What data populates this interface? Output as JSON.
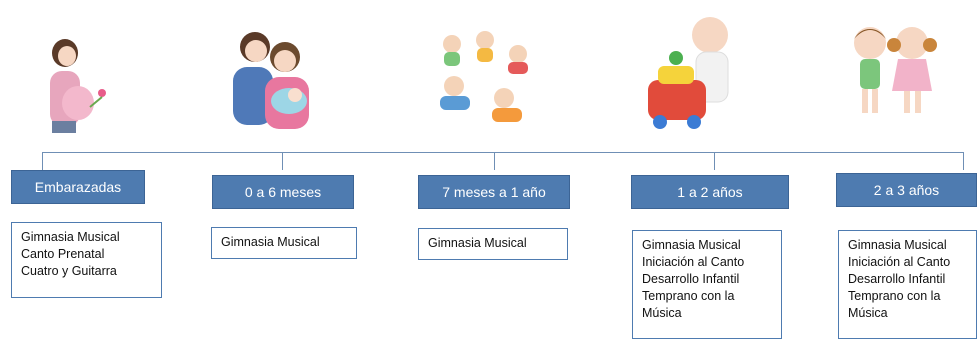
{
  "stages": [
    {
      "label": "Embarazadas",
      "items": [
        "Gimnasia Musical",
        "Canto Prenatal",
        "Cuatro y Guitarra"
      ],
      "illustration": "pregnant-woman-illustration"
    },
    {
      "label": "0 a 6 meses",
      "items": [
        "Gimnasia Musical"
      ],
      "illustration": "parents-with-baby-illustration"
    },
    {
      "label": "7 meses a 1 año",
      "items": [
        "Gimnasia Musical"
      ],
      "illustration": "crawling-babies-illustration"
    },
    {
      "label": "1 a 2 años",
      "items": [
        "Gimnasia Musical",
        "Iniciación al Canto",
        "Desarrollo Infantil",
        "Temprano con la",
        "Música"
      ],
      "illustration": "toddler-with-toy-illustration"
    },
    {
      "label": "2 a 3 años",
      "items": [
        "Gimnasia Musical",
        "Iniciación al Canto",
        "Desarrollo Infantil",
        "Temprano con la",
        "Música"
      ],
      "illustration": "two-children-illustration"
    }
  ],
  "colors": {
    "header": "#4e7bb0",
    "connector": "#6f8fb5",
    "box_border": "#4e7bb0"
  }
}
